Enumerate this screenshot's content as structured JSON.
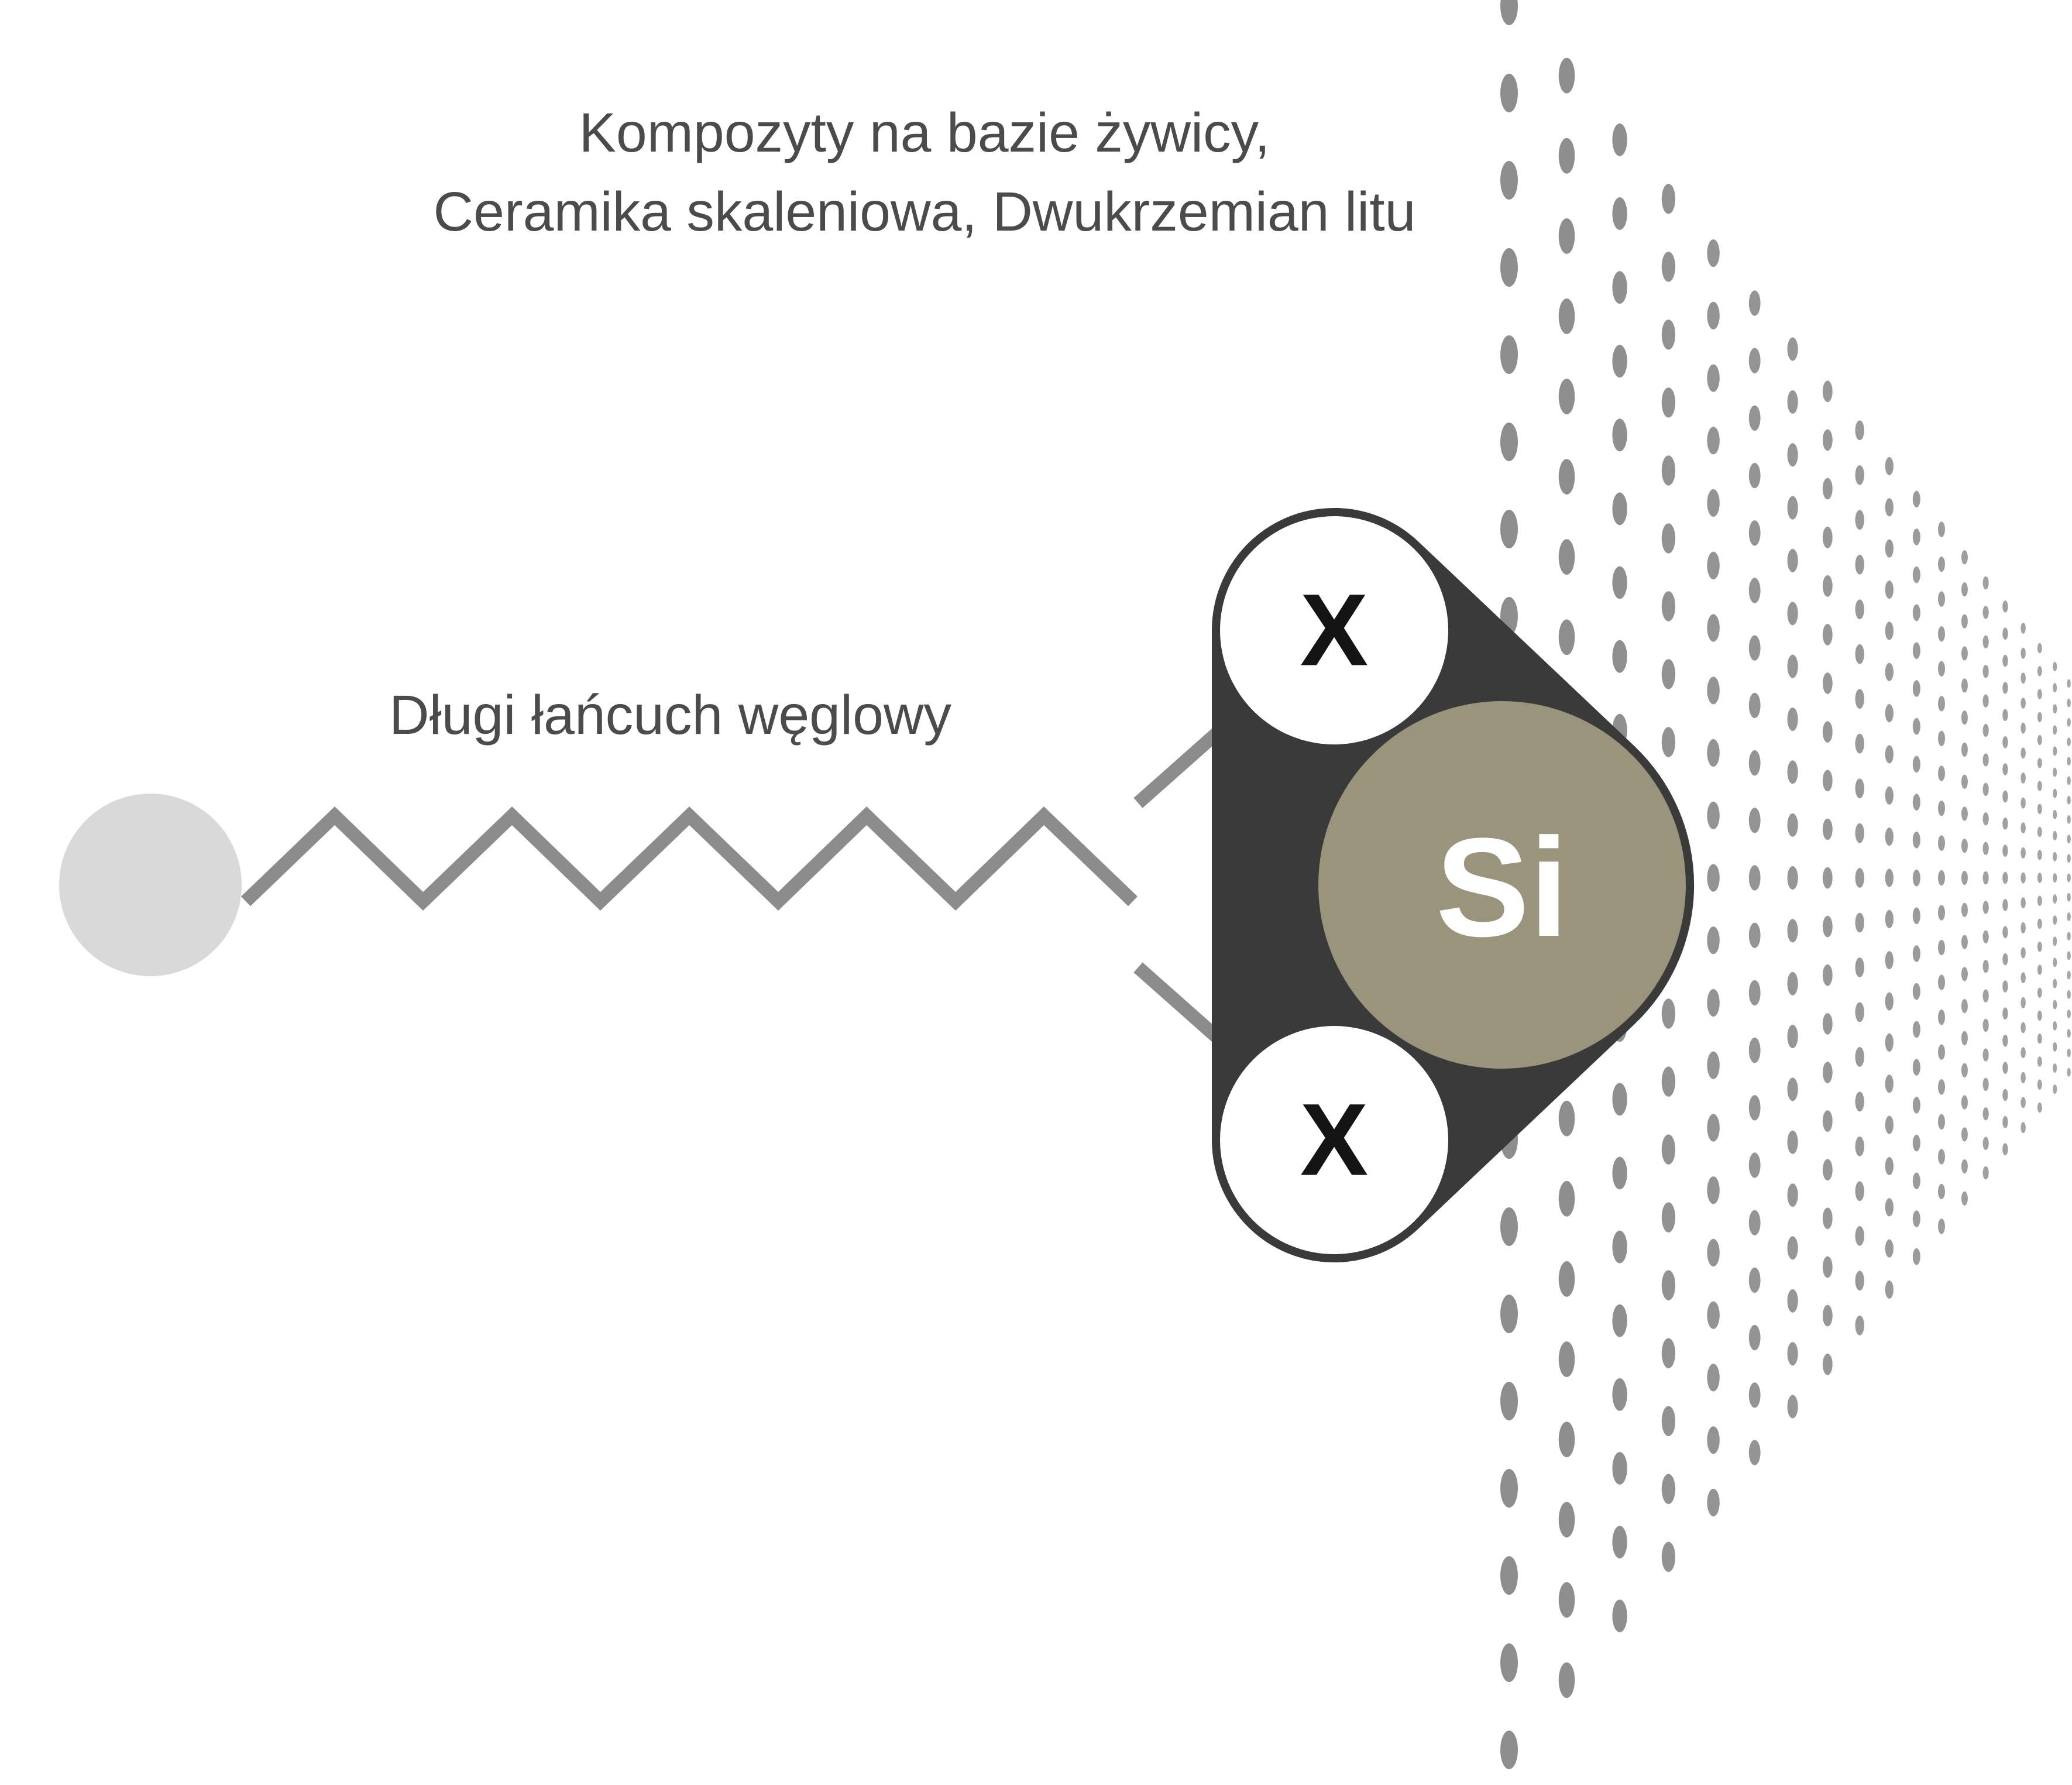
{
  "caption": {
    "line1": "Kompozyty na bazie żywicy,",
    "line2": "Ceramika skaleniowa, Dwukrzemian litu"
  },
  "labels": {
    "chain": "Długi łańcuch węglowy"
  },
  "molecule": {
    "silicon": "Si",
    "x_top": "X",
    "x_bottom": "X"
  },
  "colors": {
    "background": "#ffffff",
    "dark_shape": "#3a3a3a",
    "si_circle": "#9b947c",
    "chain_circle": "#d9d9d9",
    "line_gray": "#8c8c8c",
    "dot_gray": "#878787",
    "text_gray": "#4b4b4b"
  }
}
